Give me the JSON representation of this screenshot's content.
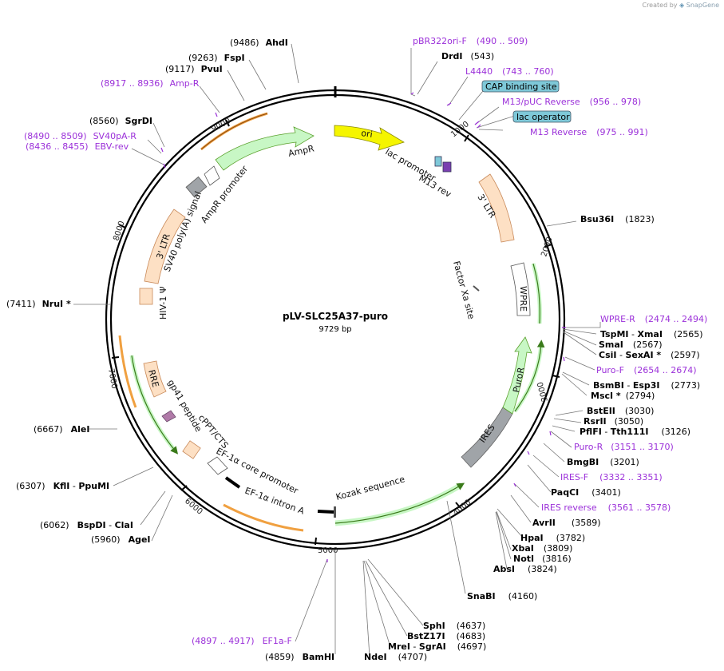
{
  "credit": {
    "prefix": "Created by",
    "brand": "SnapGene"
  },
  "plasmid": {
    "name": "pLV-SLC25A37-puro",
    "length_label": "9729 bp"
  },
  "ticks": [
    "1000",
    "2000",
    "3000",
    "4000",
    "5000",
    "6000",
    "7000",
    "8000",
    "9000"
  ],
  "labels": {
    "pbr322": {
      "name": "pBR322ori-F",
      "range": "(490 .. 509)"
    },
    "drdi": {
      "name": "DrdI",
      "pos": "(543)"
    },
    "l4440": {
      "name": "L4440",
      "range": "(743 .. 760)"
    },
    "cap": {
      "name": "CAP binding site"
    },
    "m13puc": {
      "name": "M13/pUC Reverse",
      "range": "(956 .. 978)"
    },
    "lacop": {
      "name": "lac operator"
    },
    "m13rev": {
      "name": "M13 Reverse",
      "range": "(975 .. 991)"
    },
    "ahdi": {
      "pos": "(9486)",
      "name": "AhdI"
    },
    "fspi": {
      "pos": "(9263)",
      "name": "FspI"
    },
    "pvui": {
      "pos": "(9117)",
      "name": "PvuI"
    },
    "ampr_primer": {
      "range": "(8917 .. 8936)",
      "name": "Amp-R"
    },
    "sgrdi": {
      "pos": "(8560)",
      "name": "SgrDI"
    },
    "sv40pa": {
      "range": "(8490 .. 8509)",
      "name": "SV40pA-R"
    },
    "ebvrev": {
      "range": "(8436 .. 8455)",
      "name": "EBV-rev"
    },
    "bsu36i": {
      "name": "Bsu36I",
      "pos": "(1823)"
    },
    "nrui": {
      "pos": "(7411)",
      "name": "NruI *"
    },
    "wpre_r": {
      "name": "WPRE-R",
      "range": "(2474 .. 2494)"
    },
    "tspmi": {
      "name": "TspMI",
      "sep": " - ",
      "name2": "XmaI",
      "pos": "(2565)"
    },
    "smai": {
      "name": "SmaI",
      "pos": "(2567)"
    },
    "csii": {
      "name": "CsiI",
      "sep": " - ",
      "name2": "SexAI *",
      "pos": "(2597)"
    },
    "puro_f": {
      "name": "Puro-F",
      "range": "(2654 .. 2674)"
    },
    "bsmbi": {
      "name": "BsmBI",
      "sep": " - ",
      "name2": "Esp3I",
      "pos": "(2773)"
    },
    "msci": {
      "name": "MscI *",
      "pos": "(2794)"
    },
    "bsteii": {
      "name": "BstEII",
      "pos": "(3030)"
    },
    "rsrii": {
      "name": "RsrII",
      "pos": "(3050)"
    },
    "pflfi": {
      "name": "PflFI",
      "sep": " - ",
      "name2": "Tth111I",
      "pos": "(3126)"
    },
    "puro_r": {
      "name": "Puro-R",
      "range": "(3151 .. 3170)"
    },
    "bmgbi": {
      "name": "BmgBI",
      "pos": "(3201)"
    },
    "ires_f": {
      "name": "IRES-F",
      "range": "(3332 .. 3351)"
    },
    "paqci": {
      "name": "PaqCI",
      "pos": "(3401)"
    },
    "ires_rev": {
      "name": "IRES reverse",
      "range": "(3561 .. 3578)"
    },
    "avrii": {
      "name": "AvrII",
      "pos": "(3589)"
    },
    "hpai": {
      "name": "HpaI",
      "pos": "(3782)"
    },
    "xbai": {
      "name": "XbaI",
      "pos": "(3809)"
    },
    "noti": {
      "name": "NotI",
      "pos": "(3816)"
    },
    "absi": {
      "name": "AbsI",
      "pos": "(3824)"
    },
    "snabi": {
      "name": "SnaBI",
      "pos": "(4160)"
    },
    "sphi": {
      "name": "SphI",
      "pos": "(4637)"
    },
    "bstz17i": {
      "name": "BstZ17I",
      "pos": "(4683)"
    },
    "mrei": {
      "name": "MreI",
      "sep": " - ",
      "name2": "SgrAI",
      "pos": "(4697)"
    },
    "ndei": {
      "name": "NdeI",
      "pos": "(4707)"
    },
    "bamhi": {
      "pos": "(4859)",
      "name": "BamHI"
    },
    "ef1af": {
      "range": "(4897 .. 4917)",
      "name": "EF1a-F"
    },
    "alei": {
      "pos": "(6667)",
      "name": "AleI"
    },
    "kfli": {
      "pos": "(6307)",
      "name": "KflI",
      "sep": " - ",
      "name2": "PpuMI"
    },
    "bspdi": {
      "pos": "(6062)",
      "name": "BspDI",
      "sep": " - ",
      "name2": "ClaI"
    },
    "agei": {
      "pos": "(5960)",
      "name": "AgeI"
    }
  },
  "features": {
    "ori": "ori",
    "ampr": "AmpR",
    "ampr_promoter": "AmpR promoter",
    "sv40": "SV40 poly(A) signal",
    "ltr3_left": "3' LTR",
    "hiv": "HIV-1 Ψ",
    "rre": "RRE",
    "gp41": "gp41 peptide",
    "cppt": "cPPT/CTS",
    "ef1a_core": "EF-1α core promoter",
    "ef1a_intron": "EF-1α intron A",
    "kozak": "Kozak sequence",
    "ires": "IRES",
    "puror": "PuroR",
    "wpre": "WPRE",
    "factorxa": "Factor Xa site",
    "ltr3_right": "3' LTR",
    "lacprom": "lac promoter",
    "m13rev_feat": "M13 rev"
  },
  "colors": {
    "primer": "#9b30d9",
    "ori": "#f5f500",
    "ltr": "#fde0c4",
    "ltr_stroke": "#c98a5a",
    "resistance": "#c8f7c5",
    "orange_arc": "#f0a040",
    "green_arc": "#5aa02c",
    "cap": "#7ec8d8",
    "grey": "#a0a4a8"
  }
}
